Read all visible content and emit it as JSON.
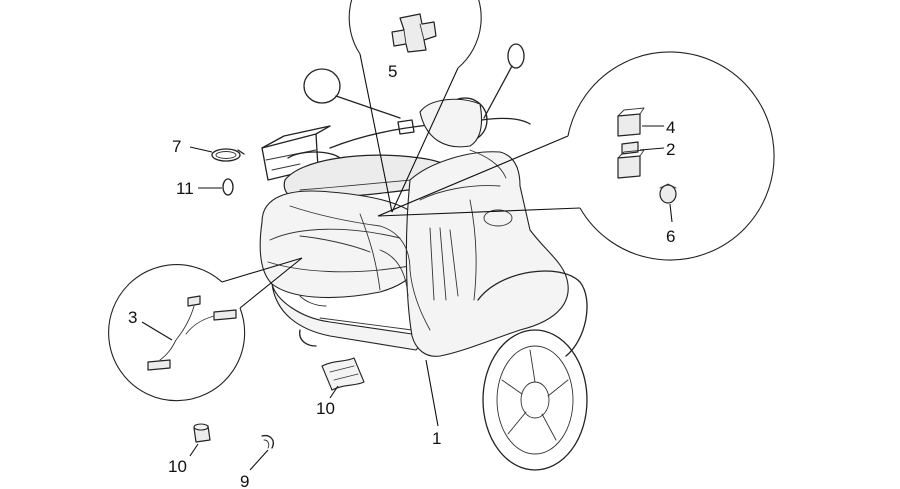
{
  "labels": {
    "l1": "1",
    "l2": "2",
    "l3": "3",
    "l4": "4",
    "l5": "5",
    "l6": "6",
    "l7": "7",
    "l9": "9",
    "l10a": "10",
    "l10b": "10",
    "l11": "11"
  }
}
